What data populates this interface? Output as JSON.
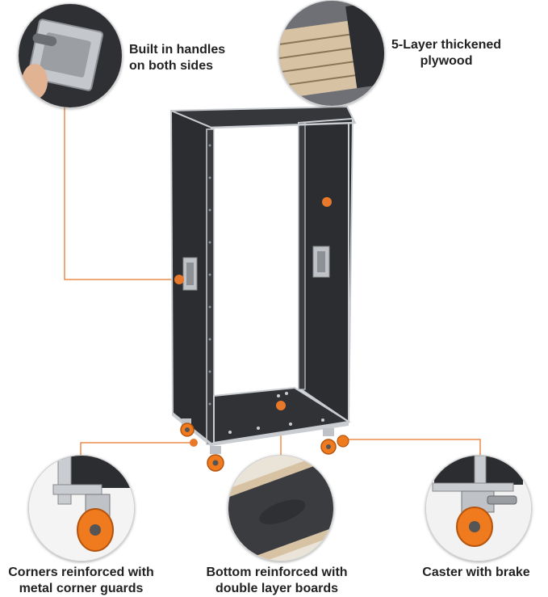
{
  "callouts": {
    "handles": {
      "line1": "Built in handles",
      "line2": "on both sides"
    },
    "plywood": {
      "line1": "5-Layer thickened",
      "line2": "plywood"
    },
    "corners": {
      "line1": "Corners reinforced with",
      "line2": "metal corner guards"
    },
    "bottom": {
      "line1": "Bottom reinforced with",
      "line2": "double layer boards"
    },
    "caster": {
      "line1": "Caster with brake"
    }
  },
  "colors": {
    "accent": "#e8782a",
    "panel": "#2b2d30",
    "aluminum": "#c9ccd0",
    "wheel": "#f07a1e"
  }
}
